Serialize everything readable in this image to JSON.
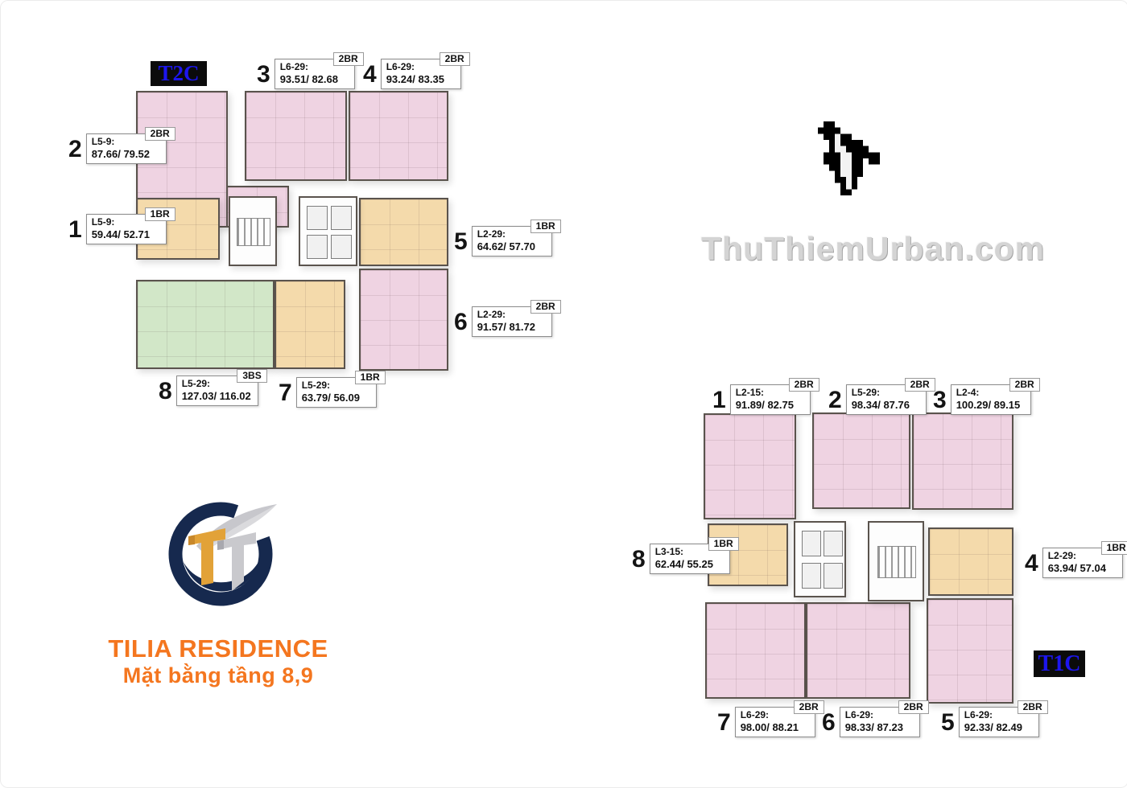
{
  "page": {
    "watermark": "ThuThiemUrban.com"
  },
  "branding": {
    "project_title": "TILIA RESIDENCE",
    "floor_subtitle": "Mặt bằng tầng 8,9"
  },
  "colors": {
    "unit_pink": "#efd3e2",
    "unit_orange": "#f4daab",
    "unit_green": "#d2e7c8",
    "wall": "#5a534d",
    "accent_orange": "#f4761f",
    "tower_tag_blue": "#1d16ee",
    "tower_tag_bg": "#0b0b0b",
    "logo_navy": "#16294e",
    "logo_gold": "#e2a238",
    "logo_silver": "#c9c9cd",
    "watermark_gray": "#d4d4d4"
  },
  "plan_t2c": {
    "tower_label": "T2C",
    "labels": [
      {
        "number": "1",
        "code": "L5-9:",
        "type": "1BR",
        "area": "59.44/ 52.71"
      },
      {
        "number": "2",
        "code": "L5-9:",
        "type": "2BR",
        "area": "87.66/ 79.52"
      },
      {
        "number": "3",
        "code": "L6-29:",
        "type": "2BR",
        "area": "93.51/ 82.68"
      },
      {
        "number": "4",
        "code": "L6-29:",
        "type": "2BR",
        "area": "93.24/ 83.35"
      },
      {
        "number": "5",
        "code": "L2-29:",
        "type": "1BR",
        "area": "64.62/ 57.70"
      },
      {
        "number": "6",
        "code": "L2-29:",
        "type": "2BR",
        "area": "91.57/ 81.72"
      },
      {
        "number": "7",
        "code": "L5-29:",
        "type": "1BR",
        "area": "63.79/ 56.09"
      },
      {
        "number": "8",
        "code": "L5-29:",
        "type": "3BS",
        "area": "127.03/ 116.02"
      }
    ]
  },
  "plan_t1c": {
    "tower_label": "T1C",
    "labels": [
      {
        "number": "1",
        "code": "L2-15:",
        "type": "2BR",
        "area": "91.89/ 82.75"
      },
      {
        "number": "2",
        "code": "L5-29:",
        "type": "2BR",
        "area": "98.34/ 87.76"
      },
      {
        "number": "3",
        "code": "L2-4:",
        "type": "2BR",
        "area": "100.29/ 89.15"
      },
      {
        "number": "4",
        "code": "L2-29:",
        "type": "1BR",
        "area": "63.94/ 57.04"
      },
      {
        "number": "5",
        "code": "L6-29:",
        "type": "2BR",
        "area": "92.33/ 82.49"
      },
      {
        "number": "6",
        "code": "L6-29:",
        "type": "2BR",
        "area": "98.33/ 87.23"
      },
      {
        "number": "7",
        "code": "L6-29:",
        "type": "2BR",
        "area": "98.00/ 88.21"
      },
      {
        "number": "8",
        "code": "L3-15:",
        "type": "1BR",
        "area": "62.44/ 55.25"
      }
    ]
  }
}
